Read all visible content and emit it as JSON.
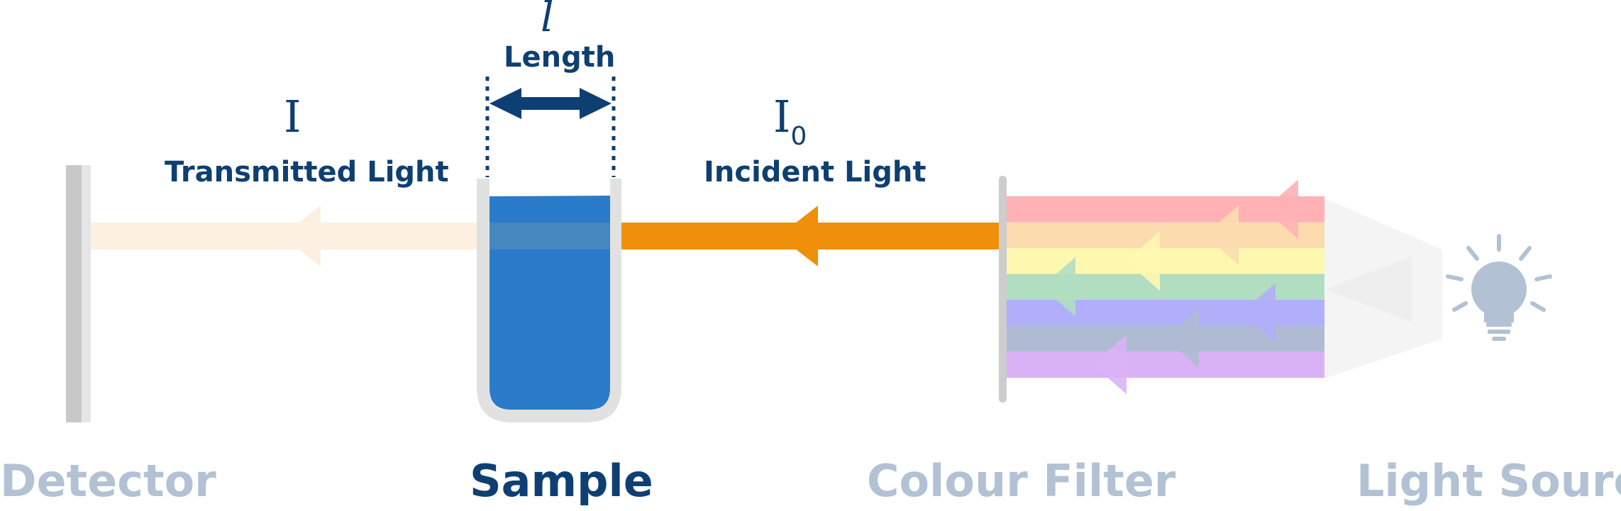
{
  "labels": {
    "length_symbol": "l",
    "length": "Length",
    "transmitted_symbol": "I",
    "transmitted": "Transmitted Light",
    "incident_symbol": "I",
    "incident_subscript": "0",
    "incident": "Incident Light"
  },
  "components": {
    "detector": "Detector",
    "sample": "Sample",
    "colour_filter": "Colour Filter",
    "light_source": "Light Source"
  },
  "colors": {
    "primary": "#0e3f72",
    "muted": "#b2c2d4",
    "incident_beam": "#f08f0a",
    "transmitted_beam": "#fdf0e0",
    "sample_liquid": "#2a7bc9",
    "cuvette": "#e1e1e1",
    "spectrum": [
      "#ffb1b5",
      "#fcdcae",
      "#fef7b0",
      "#b1dec1",
      "#b1aefa",
      "#afbbd3",
      "#d9b2f6"
    ]
  },
  "icons": [
    "lightbulb-icon",
    "double-arrow-icon",
    "arrowhead-icon"
  ]
}
